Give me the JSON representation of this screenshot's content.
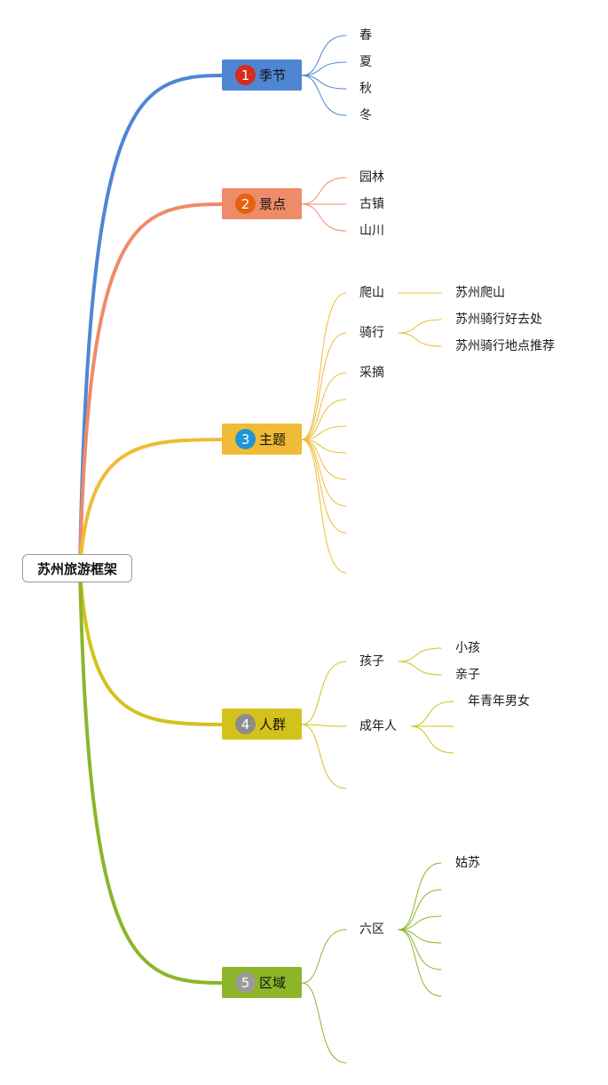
{
  "root": {
    "label": "苏州旅游框架"
  },
  "branches": [
    {
      "number": "1",
      "label": "季节",
      "color": "#4f86d4",
      "badge_color": "#d62b1f",
      "children": [
        {
          "label": "春"
        },
        {
          "label": "夏"
        },
        {
          "label": "秋"
        },
        {
          "label": "冬"
        }
      ]
    },
    {
      "number": "2",
      "label": "景点",
      "color": "#ee8b6a",
      "badge_color": "#e8600f",
      "children": [
        {
          "label": "园林"
        },
        {
          "label": "古镇"
        },
        {
          "label": "山川"
        }
      ]
    },
    {
      "number": "3",
      "label": "主题",
      "color": "#f0bb35",
      "badge_color": "#1d96d3",
      "children": [
        {
          "label": "爬山",
          "children": [
            {
              "label": "苏州爬山"
            }
          ]
        },
        {
          "label": "骑行",
          "children": [
            {
              "label": "苏州骑行好去处"
            },
            {
              "label": "苏州骑行地点推荐"
            }
          ]
        },
        {
          "label": "采摘"
        },
        {
          "label": ""
        },
        {
          "label": ""
        },
        {
          "label": ""
        },
        {
          "label": ""
        },
        {
          "label": ""
        },
        {
          "label": ""
        },
        {
          "label": ""
        }
      ]
    },
    {
      "number": "4",
      "label": "人群",
      "color": "#d4c21c",
      "badge_color": "#8c8c8c",
      "children": [
        {
          "label": "孩子",
          "children": [
            {
              "label": "小孩"
            },
            {
              "label": "亲子"
            }
          ]
        },
        {
          "label": "成年人",
          "children": [
            {
              "label": "年青年男女"
            },
            {
              "label": ""
            },
            {
              "label": ""
            }
          ]
        },
        {
          "label": ""
        }
      ]
    },
    {
      "number": "5",
      "label": "区域",
      "color": "#8db52a",
      "badge_color": "#9b9b9b",
      "children": [
        {
          "label": "六区",
          "children": [
            {
              "label": "姑苏"
            },
            {
              "label": ""
            },
            {
              "label": ""
            },
            {
              "label": ""
            },
            {
              "label": ""
            },
            {
              "label": ""
            }
          ]
        },
        {
          "label": ""
        }
      ]
    }
  ]
}
